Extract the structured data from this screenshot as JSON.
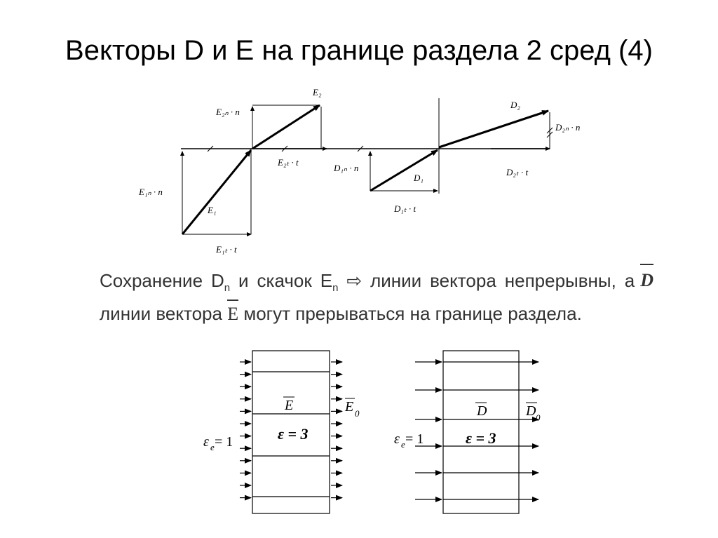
{
  "slide": {
    "title": "Векторы D и E на границе раздела 2 сред (4)"
  },
  "caption": {
    "part1": "Сохранение D",
    "sub1": "n",
    "part2": " и скачок E",
    "sub2": "n",
    "arrow": " ⇨ ",
    "part3": "линии вектора",
    "vec_D": "D",
    "part4": "непрерывны, а линии вектора ",
    "vec_E": "E",
    "part5": " могут прерываться на границе раздела."
  },
  "top_diagram": {
    "labels": {
      "e2": "E₂",
      "e2n": "E₂ₙ · n",
      "e2t": "E₂ₜ · t",
      "e1": "E₁",
      "e1n": "E₁ₙ · n",
      "e1t": "E₁ₜ · t",
      "d2": "D₂",
      "d2n": "D₂ₙ · n",
      "d1n": "D₁ₙ · n",
      "d1": "D₁",
      "d2t": "D₂ₜ · t",
      "d1t": "D₁ₜ · t"
    }
  },
  "bottom_left": {
    "eps_out": "ε",
    "eps_out_sub": "e",
    "eps_out_val": " = 1",
    "eps_in": "ε = 3",
    "vec_in": "E",
    "vec_out": "E",
    "vec_out_sub": "0"
  },
  "bottom_right": {
    "eps_out": "ε",
    "eps_out_sub": "e",
    "eps_out_val": " = 1",
    "eps_in": "ε = 3",
    "vec_in": "D",
    "vec_out": "D",
    "vec_out_sub": "0"
  }
}
